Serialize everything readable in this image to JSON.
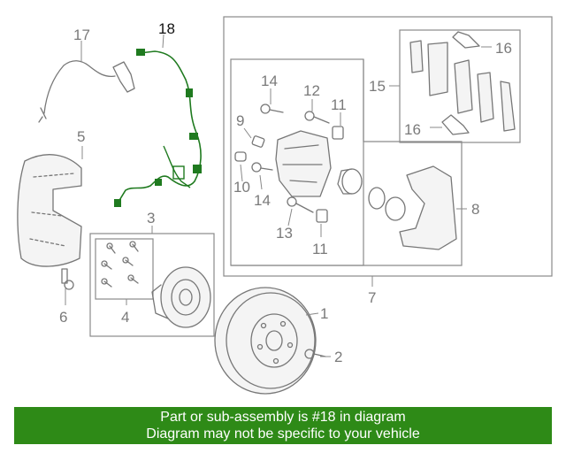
{
  "callouts": {
    "c1": "1",
    "c2": "2",
    "c3": "3",
    "c4": "4",
    "c5": "5",
    "c6": "6",
    "c7": "7",
    "c8": "8",
    "c9": "9",
    "c10": "10",
    "c11a": "11",
    "c11b": "11",
    "c12": "12",
    "c13": "13",
    "c14a": "14",
    "c14b": "14",
    "c15": "15",
    "c16a": "16",
    "c16b": "16",
    "c17": "17",
    "c18": "18"
  },
  "colors": {
    "highlight_part": "#1f7a1f",
    "footer_bg": "#2e8a17",
    "footer_text": "#ffffff"
  },
  "footer": {
    "line1": "Part or sub-assembly is #18 in diagram",
    "line2": "Diagram may not be specific to your vehicle"
  }
}
